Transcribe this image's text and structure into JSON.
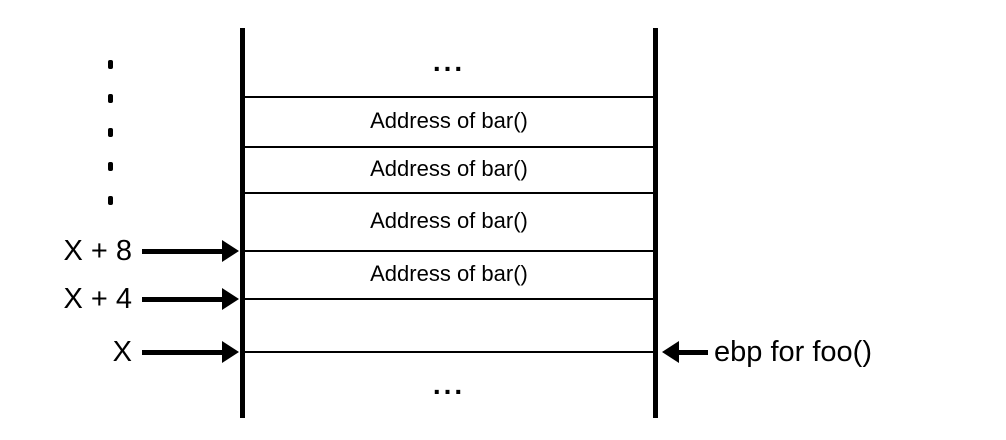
{
  "diagram": {
    "stack": {
      "top_ellipsis": "...",
      "rows": [
        {
          "label": "Address of bar()"
        },
        {
          "label": "Address of bar()"
        },
        {
          "label": "Address of bar()"
        },
        {
          "label": "Address of bar()"
        }
      ],
      "bottom_ellipsis": "..."
    },
    "pointers_left": [
      {
        "label": "X + 8"
      },
      {
        "label": "X + 4"
      },
      {
        "label": "X"
      }
    ],
    "pointer_right": {
      "label": "ebp for foo()"
    }
  },
  "colors": {
    "line": "#000000",
    "text": "#000000",
    "background": "#ffffff"
  }
}
